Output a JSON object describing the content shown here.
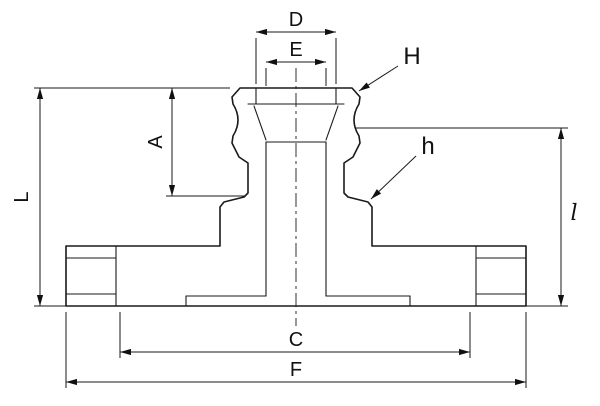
{
  "drawing": {
    "title": "flanged-fitting-section-drawing",
    "colors": {
      "line": "#1a1a1a",
      "background": "#ffffff"
    },
    "labels": {
      "D": "D",
      "E": "E",
      "H": "H",
      "A": "A",
      "h": "h",
      "L": "L",
      "l": "l",
      "C": "C",
      "F": "F"
    }
  }
}
